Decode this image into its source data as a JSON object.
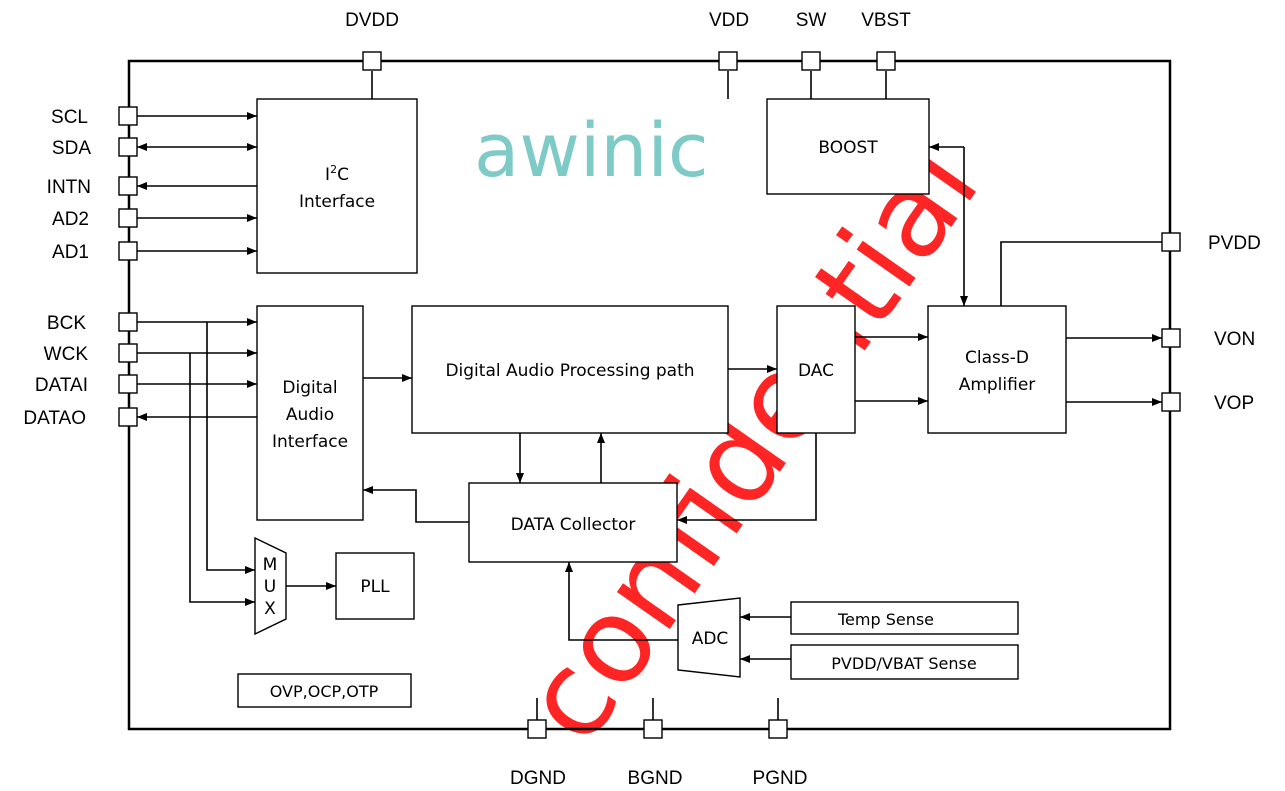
{
  "logo": {
    "text": "awinic"
  },
  "watermark": {
    "text": "confidential"
  },
  "pins": {
    "dvdd": "DVDD",
    "vdd": "VDD",
    "sw": "SW",
    "vbst": "VBST",
    "scl": "SCL",
    "sda": "SDA",
    "intn": "INTN",
    "ad2": "AD2",
    "ad1": "AD1",
    "bck": "BCK",
    "wck": "WCK",
    "datai": "DATAI",
    "datao": "DATAO",
    "pvdd": "PVDD",
    "von": "VON",
    "vop": "VOP",
    "dgnd": "DGND",
    "bgnd": "BGND",
    "pgnd": "PGND"
  },
  "blocks": {
    "i2c_main": "I",
    "i2c_sup": "2",
    "i2c_c": "C",
    "i2c_line2": "Interface",
    "boost": "BOOST",
    "dai_line1": "Digital",
    "dai_line2": "Audio",
    "dai_line3": "Interface",
    "dapp": "Digital Audio Processing path",
    "dac": "DAC",
    "amp_line1": "Class-D",
    "amp_line2": "Amplifier",
    "collector": "DATA Collector",
    "mux_m": "M",
    "mux_u": "U",
    "mux_x": "X",
    "pll": "PLL",
    "adc": "ADC",
    "temp": "Temp Sense",
    "vbat": "PVDD/VBAT Sense",
    "protect": "OVP,OCP,OTP"
  }
}
